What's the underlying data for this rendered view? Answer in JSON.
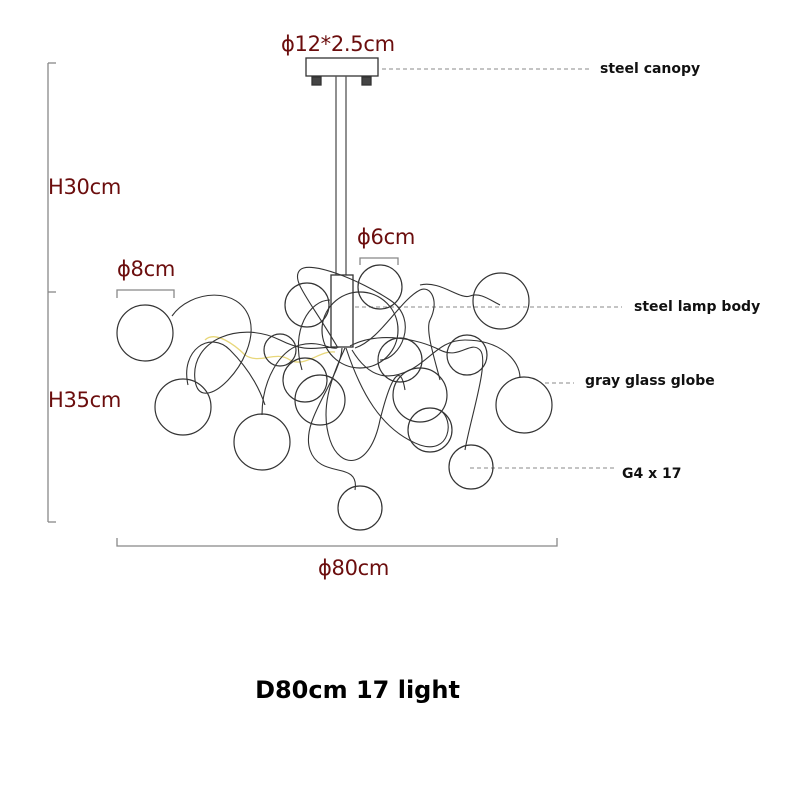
{
  "dimensions": {
    "canopy": "ϕ12*2.5cm",
    "upper_height": "H30cm",
    "lower_height": "H35cm",
    "large_globe": "ϕ8cm",
    "small_globe": "ϕ6cm",
    "overall_diameter": "ϕ80cm"
  },
  "callouts": {
    "canopy": "steel canopy",
    "lamp_body": "steel lamp body",
    "globe": "gray glass globe",
    "bulbs": "G4 x 17"
  },
  "caption": "D80cm 17 light",
  "colors": {
    "dimension_text": "#6b0d0d",
    "line": "#333333",
    "guide": "#888888",
    "wire_highlight": "#e8d77a"
  }
}
